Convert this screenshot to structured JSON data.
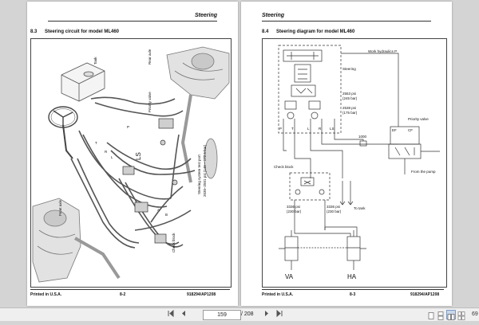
{
  "left_page": {
    "header": "Steering",
    "section_number": "8.3",
    "section_title": "Steering circuit for model ML460",
    "labels": {
      "tank": "Tank",
      "rear_axle": "Rear axle",
      "priority_valve": "Priority valve",
      "ls": "LS",
      "p": "P",
      "t": "T",
      "r": "R",
      "l": "L",
      "a": "A",
      "b": "B",
      "front_axle": "Front axle",
      "check_block": "Check block",
      "test_port": "Steering system test port",
      "test_port_value": "2030–2501 psi (140 – 172.5 bar)"
    },
    "footer_left": "Printed in U.S.A.",
    "footer_center": "8-2",
    "footer_right": "918294/AP1208"
  },
  "right_page": {
    "header": "Steering",
    "section_number": "8.4",
    "section_title": "Steering diagram for model ML460",
    "labels": {
      "work_hydraulics": "Work hydraulics P",
      "steering": "Steering",
      "psi_2553": "2553 psi",
      "bar_245": "(245 bar)",
      "psi_2538": "2538 psi",
      "bar_175": "(175 bar)",
      "priority_valve": "Priority valve",
      "check_block": "Check block",
      "to_tank": "To tank",
      "from_pump": "From the pump",
      "psi_3336a": "3336 psi",
      "bar_230a": "(230 bar)",
      "psi_3336b": "3336 psi",
      "bar_230b": "(230 bar)",
      "va": "VA",
      "ha": "HA",
      "box_label": "1000",
      "port_p": "P",
      "port_t": "T",
      "port_l": "L",
      "port_r": "R",
      "port_ls": "LS",
      "port_ef": "EF",
      "port_cf": "CF"
    },
    "footer_left": "Printed in U.S.A.",
    "footer_center": "8-3",
    "footer_right": "918294/AP1208"
  },
  "toolbar": {
    "current_page": "159",
    "total_pages": "/ 208",
    "zoom": "69",
    "icons": [
      "first-page-icon",
      "prev-page-icon",
      "next-page-icon",
      "last-page-icon",
      "single-page-icon",
      "continuous-page-icon",
      "two-page-icon",
      "two-page-continuous-icon"
    ]
  }
}
